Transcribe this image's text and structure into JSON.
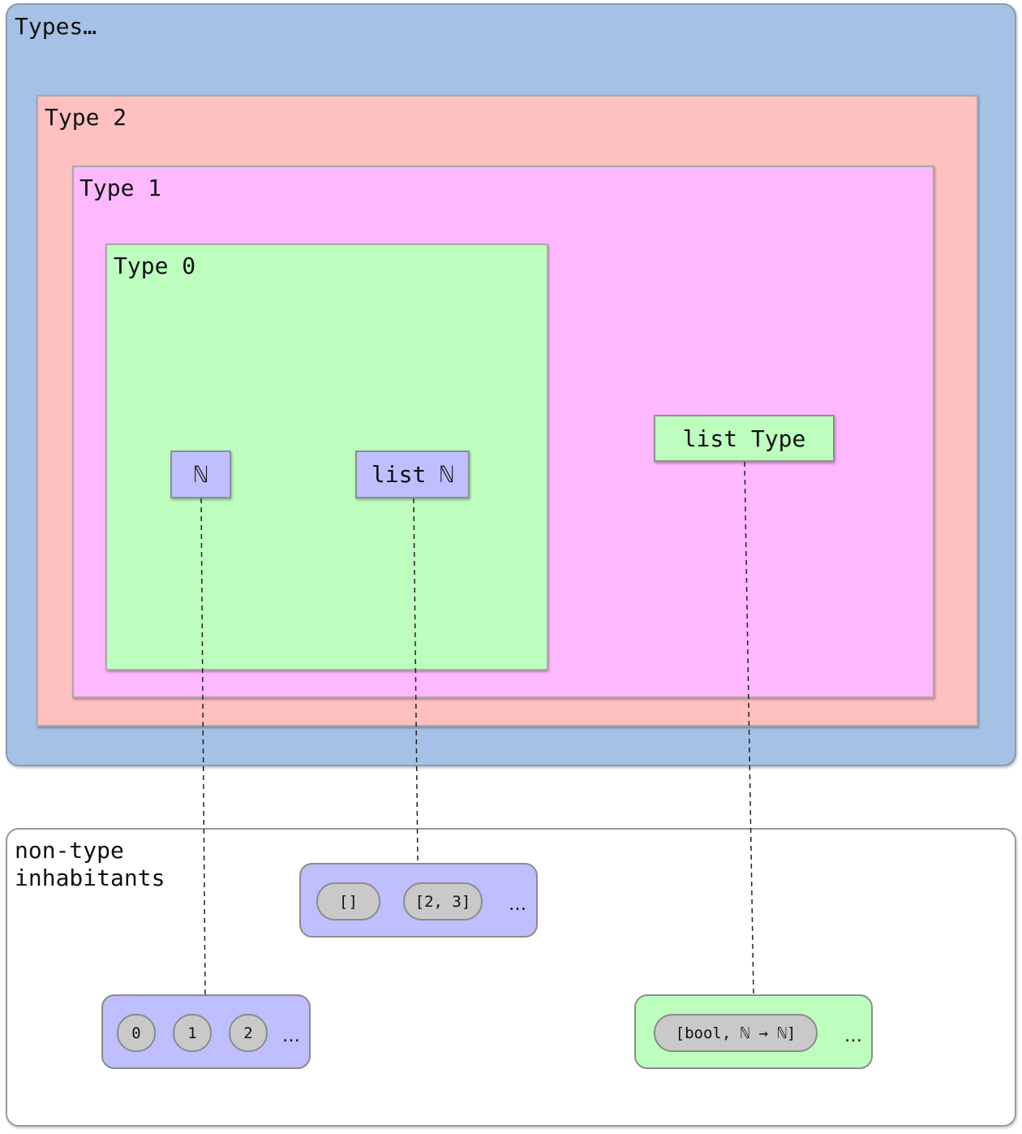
{
  "universe": {
    "label": "Types…"
  },
  "type2": {
    "label": "Type 2"
  },
  "type1": {
    "label": "Type 1"
  },
  "type0": {
    "label": "Type 0"
  },
  "types": {
    "nat": "ℕ",
    "list_nat": "list ℕ",
    "list_type": "list Type"
  },
  "non_type": {
    "label": "non-type\ninhabitants",
    "nat_values": [
      "0",
      "1",
      "2"
    ],
    "list_nat_values": [
      "[]",
      "[2, 3]"
    ],
    "list_type_values": [
      "[bool, ℕ → ℕ]"
    ],
    "ellipsis": "…"
  },
  "colors": {
    "universe": "#a5c1e6",
    "type2": "#ffc0c0",
    "type1": "#feb9fe",
    "type0": "#bdfebf",
    "type_node": "#bfbefe",
    "value_pill": "#c9c9c9"
  }
}
